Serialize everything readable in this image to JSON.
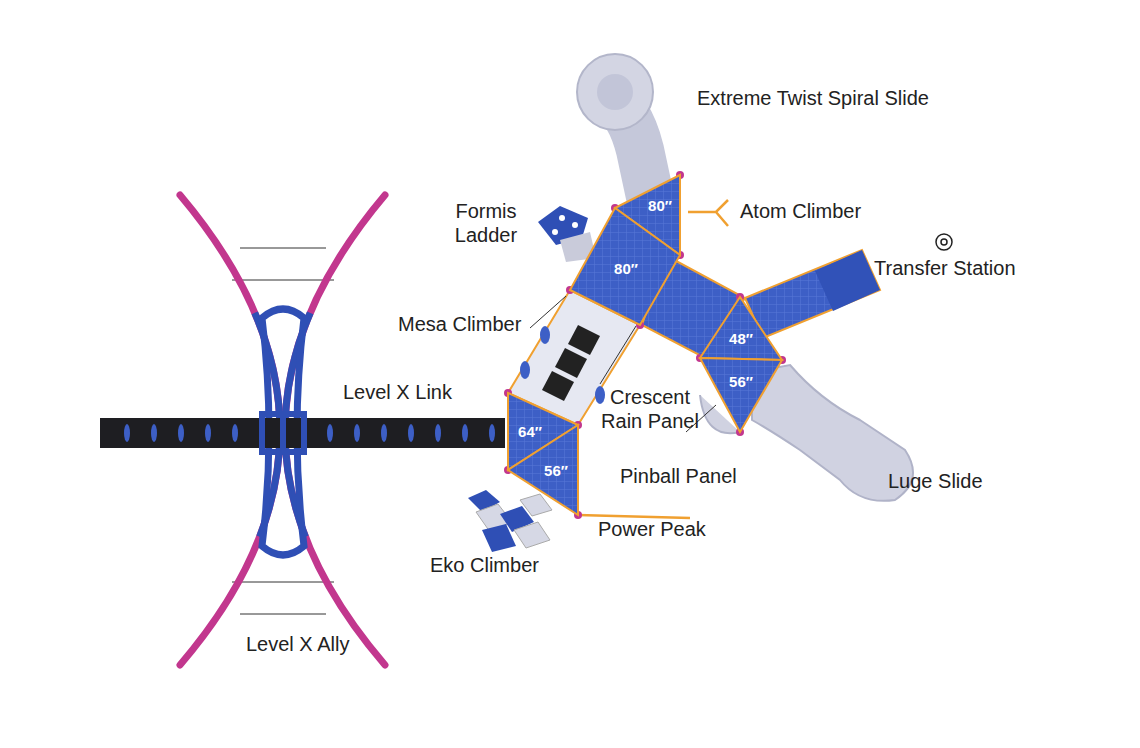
{
  "diagram": {
    "nodes": [
      {
        "text": [
          "80″"
        ]
      },
      {
        "text": [
          "80″"
        ]
      },
      {
        "text": [
          "48″"
        ]
      },
      {
        "text": [
          "56″"
        ]
      },
      {
        "text": [
          "64″"
        ]
      },
      {
        "text": [
          "56″"
        ]
      }
    ],
    "labels": [
      "Extreme Twist Spiral Slide",
      "Formis Ladder",
      "Atom Climber",
      "Transfer Station",
      "Mesa Climber",
      "Level X Link",
      "Crescent Rain Panel",
      "Pinball Panel",
      "Luge Slide",
      "Power Peak",
      "Eko Climber",
      "Level X Ally"
    ]
  }
}
